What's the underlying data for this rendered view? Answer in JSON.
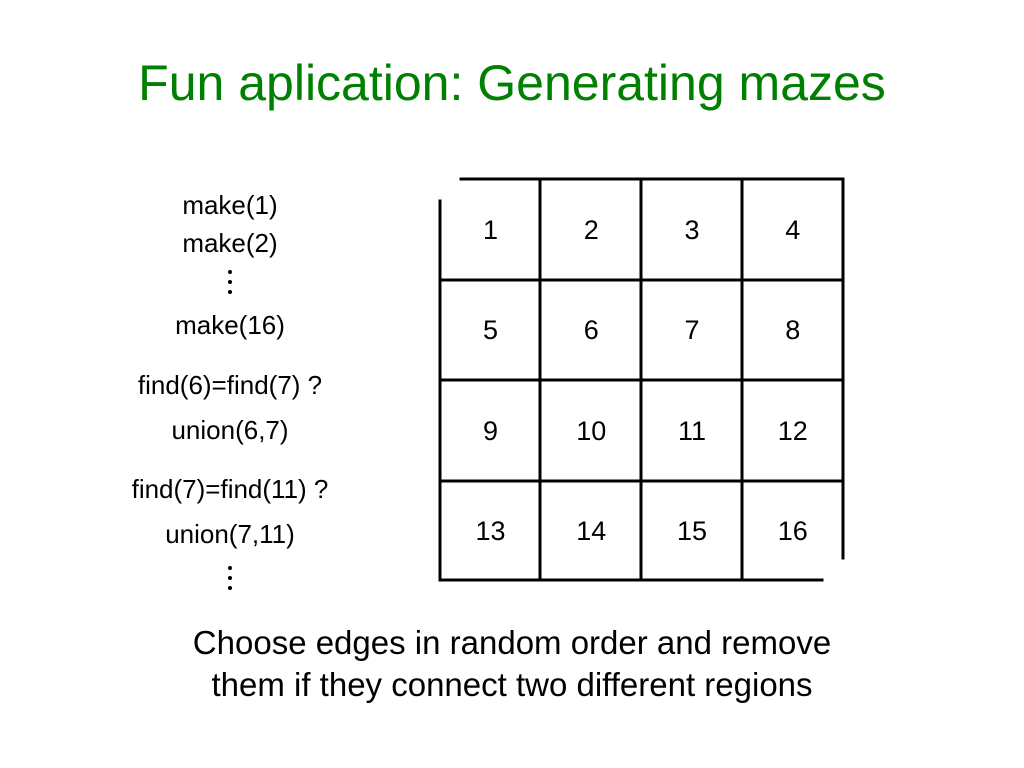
{
  "title": "Fun aplication: Generating mazes",
  "operations": {
    "make1": "make(1)",
    "make2": "make(2)",
    "make16": "make(16)",
    "find1": "find(6)=find(7) ?",
    "union1": "union(6,7)",
    "find2": "find(7)=find(11) ?",
    "union2": "union(7,11)"
  },
  "maze": {
    "rows": 4,
    "cols": 4,
    "cells": [
      "1",
      "2",
      "3",
      "4",
      "5",
      "6",
      "7",
      "8",
      "9",
      "10",
      "11",
      "12",
      "13",
      "14",
      "15",
      "16"
    ]
  },
  "caption": {
    "line1": "Choose edges in random order and remove",
    "line2": "them if they connect two different regions"
  }
}
